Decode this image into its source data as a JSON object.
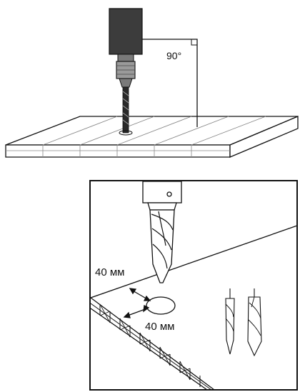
{
  "top_illustration": {
    "angle_label": "90°"
  },
  "detail_illustration": {
    "edge_distance_top_label": "40 мм",
    "edge_distance_bottom_label": "40 мм"
  },
  "colors": {
    "line": "#111111",
    "drill_body": "#3c3c3c",
    "chuck": "#9a9a9a",
    "background": "#ffffff"
  }
}
